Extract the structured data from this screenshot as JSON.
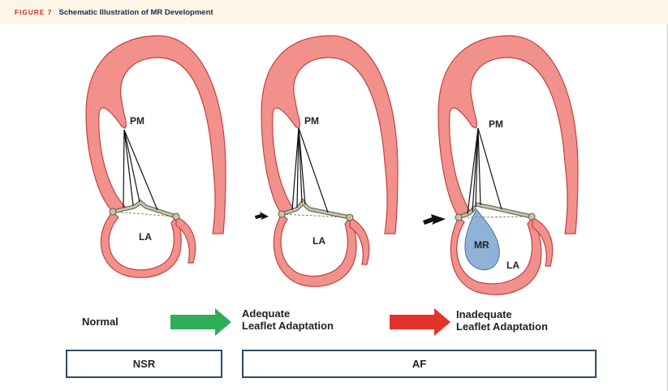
{
  "figure": {
    "label": "FIGURE 7",
    "title": "Schematic Illustration of MR Development"
  },
  "panels": [
    {
      "pm_label": "PM",
      "la_label": "LA"
    },
    {
      "pm_label": "PM",
      "la_label": "LA"
    },
    {
      "pm_label": "PM",
      "la_label": "LA",
      "mr_label": "MR"
    }
  ],
  "captions": {
    "normal": "Normal",
    "adequate_line1": "Adequate",
    "adequate_line2": "Leaflet Adaptation",
    "inadequate_line1": "Inadequate",
    "inadequate_line2": "Leaflet Adaptation"
  },
  "boxes": {
    "nsr": "NSR",
    "af": "AF"
  },
  "colors": {
    "heart_fill": "#f2918c",
    "heart_stroke": "#c2413f",
    "mr_jet": "#8fb2d9",
    "arrow_green": "#2fae5a",
    "arrow_red": "#e5312b",
    "box_border": "#2d4a6a",
    "figure_label": "#d2232a"
  }
}
